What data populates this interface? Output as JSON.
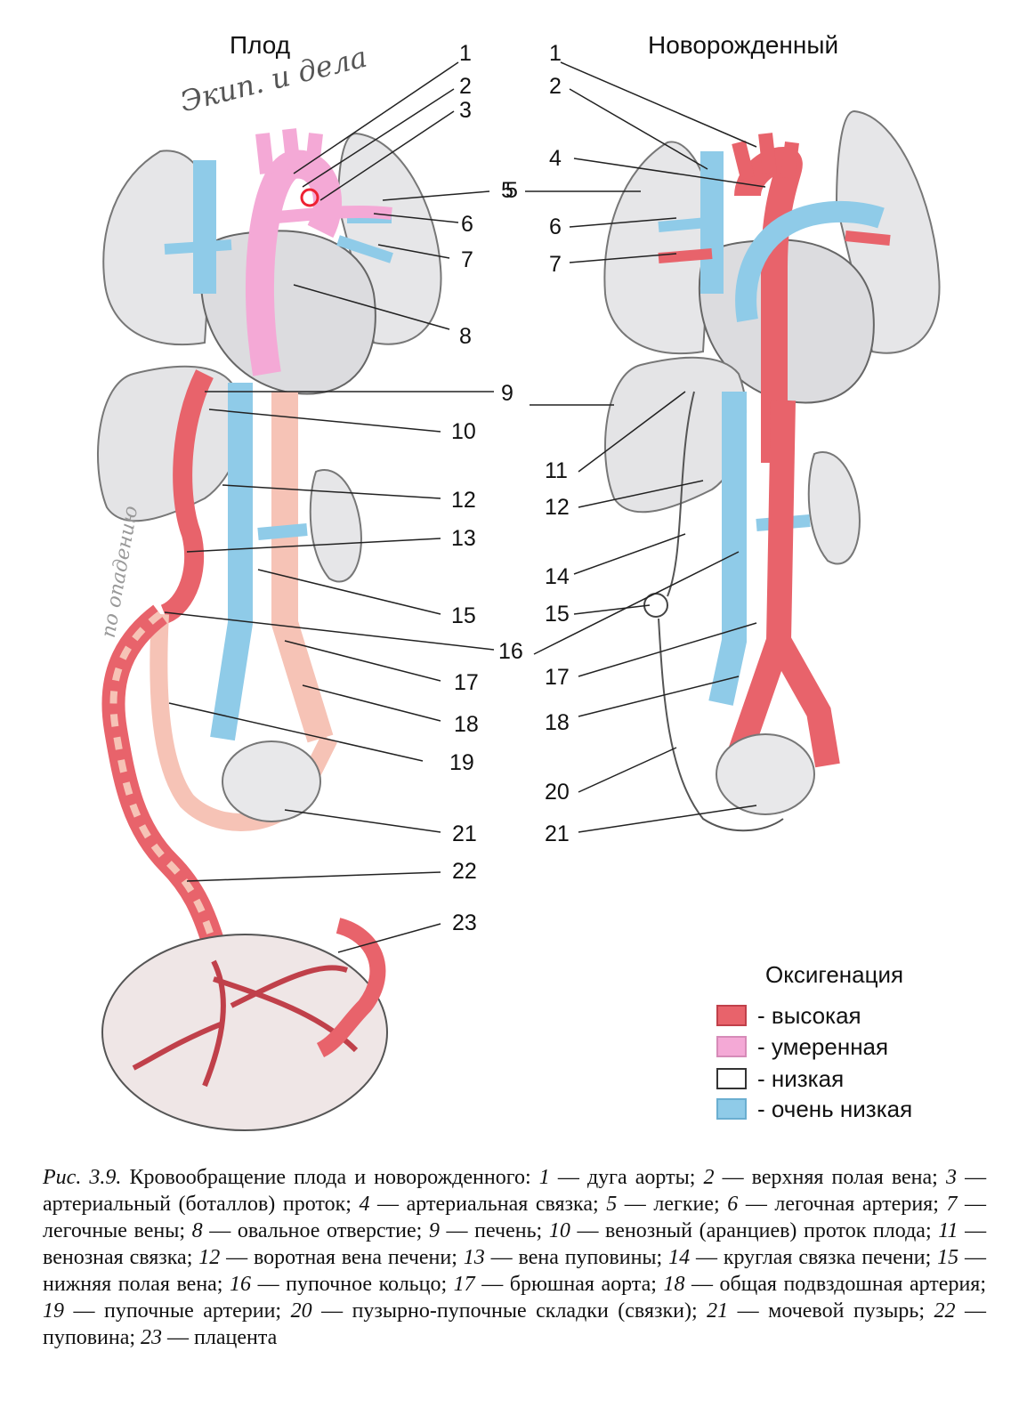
{
  "titles": {
    "fetus": "Плод",
    "newborn": "Новорожденный"
  },
  "fetus_labels": [
    "1",
    "2",
    "3",
    "5",
    "6",
    "7",
    "8",
    "9",
    "10",
    "12",
    "13",
    "15",
    "16",
    "17",
    "18",
    "19",
    "21",
    "22",
    "23"
  ],
  "newborn_labels": [
    "1",
    "2",
    "4",
    "5",
    "6",
    "7",
    "11",
    "12",
    "14",
    "15",
    "17",
    "18",
    "20",
    "21"
  ],
  "handwriting": [
    "Экип. и дела",
    "по опадению"
  ],
  "legend": {
    "title": "Оксигенация",
    "items": [
      {
        "label": "- высокая",
        "color": "#e8636b"
      },
      {
        "label": "- умеренная",
        "color": "#f4a9d6"
      },
      {
        "label": "- низкая",
        "color": "#ffffff"
      },
      {
        "label": "- очень низкая",
        "color": "#8fcbe8"
      }
    ]
  },
  "caption": {
    "fig": "Рис. 3.9.",
    "text": "Кровообращение плода и новорожденного:",
    "items": [
      {
        "n": "1",
        "t": "дуга аорты;"
      },
      {
        "n": "2",
        "t": "верхняя полая вена;"
      },
      {
        "n": "3",
        "t": "артериальный (боталлов) проток;"
      },
      {
        "n": "4",
        "t": "артериальная связка;"
      },
      {
        "n": "5",
        "t": "легкие;"
      },
      {
        "n": "6",
        "t": "легочная артерия;"
      },
      {
        "n": "7",
        "t": "легочные вены;"
      },
      {
        "n": "8",
        "t": "овальное отверстие;"
      },
      {
        "n": "9",
        "t": "печень;"
      },
      {
        "n": "10",
        "t": "венозный (аранциев) проток плода;"
      },
      {
        "n": "11",
        "t": "венозная связка;"
      },
      {
        "n": "12",
        "t": "воротная вена печени;"
      },
      {
        "n": "13",
        "t": "вена пуповины;"
      },
      {
        "n": "14",
        "t": "круглая связка печени;"
      },
      {
        "n": "15",
        "t": "нижняя полая вена;"
      },
      {
        "n": "16",
        "t": "пупочное кольцо;"
      },
      {
        "n": "17",
        "t": "брюшная аорта;"
      },
      {
        "n": "18",
        "t": "общая подвздошная артерия;"
      },
      {
        "n": "19",
        "t": "пупочные артерии;"
      },
      {
        "n": "20",
        "t": "пузырно-пупочные складки (связки);"
      },
      {
        "n": "21",
        "t": "мочевой пузырь;"
      },
      {
        "n": "22",
        "t": "пуповина;"
      },
      {
        "n": "23",
        "t": "плацента"
      }
    ]
  }
}
